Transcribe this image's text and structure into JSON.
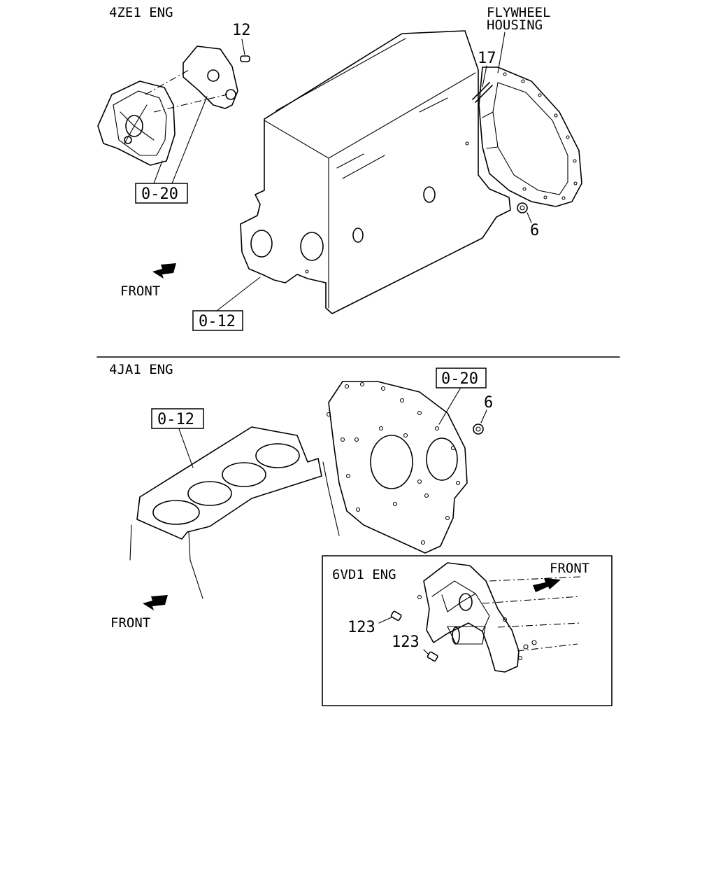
{
  "sections": {
    "top": {
      "title": "4ZE1 ENG",
      "flywheel_line1": "FLYWHEEL",
      "flywheel_line2": "HOUSING",
      "front": "FRONT"
    },
    "bottom": {
      "title": "4JA1 ENG",
      "front": "FRONT"
    },
    "inset": {
      "title": "6VD1 ENG",
      "front": "FRONT"
    }
  },
  "callouts": {
    "top_12": "12",
    "top_17": "17",
    "top_6": "6",
    "top_ref_020": "0-20",
    "top_ref_012": "0-12",
    "bottom_ref_020": "0-20",
    "bottom_6": "6",
    "bottom_ref_012": "0-12",
    "inset_123_a": "123",
    "inset_123_b": "123"
  }
}
